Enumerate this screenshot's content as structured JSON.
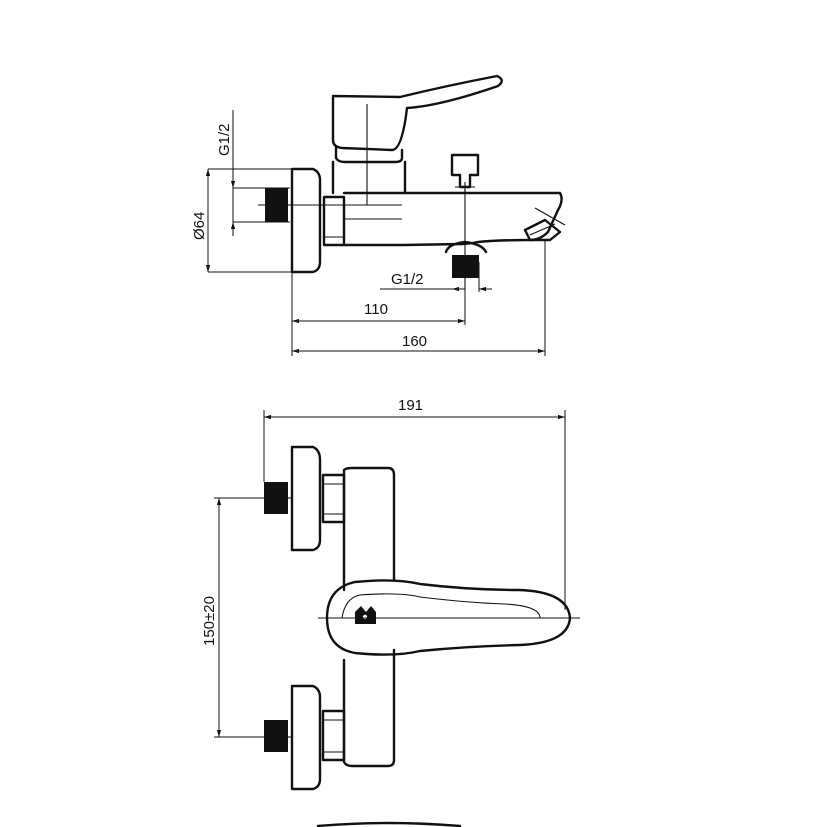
{
  "labels": {
    "top_thread_vertical": "G1/2",
    "diameter": "Ø64",
    "bottom_thread": "G1/2",
    "dim_110": "110",
    "dim_160": "160",
    "dim_191": "191",
    "dim_150": "150±20"
  }
}
